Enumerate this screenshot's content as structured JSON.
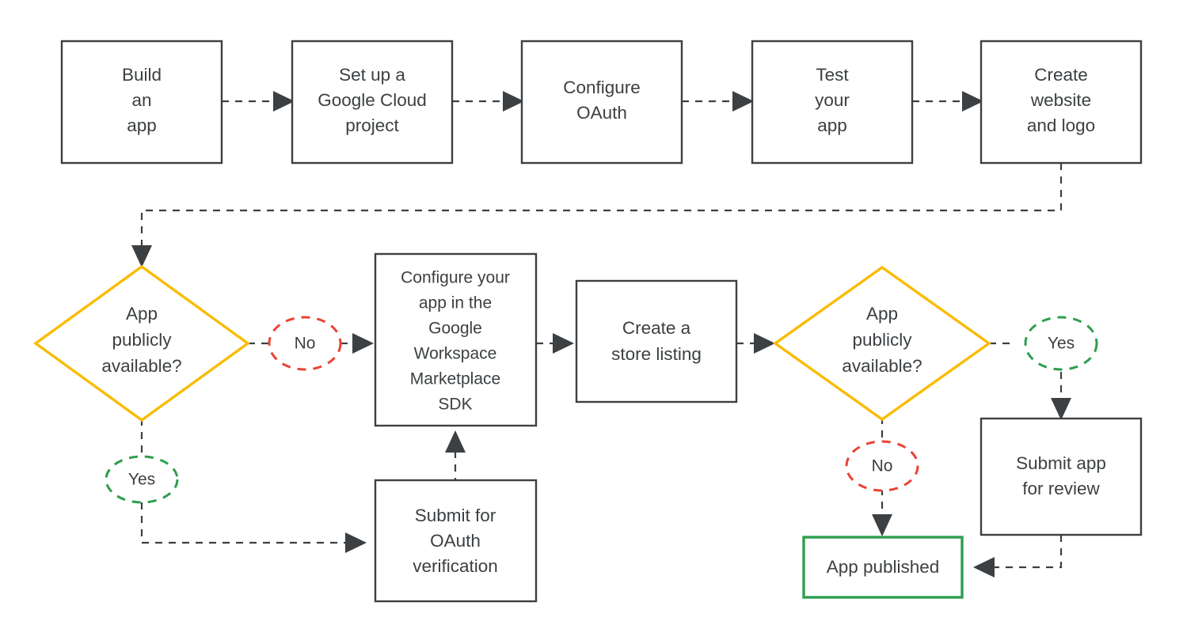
{
  "diagram": {
    "title": "Google Workspace Marketplace app publishing flow",
    "colors": {
      "node_stroke": "#3c4043",
      "text": "#3c4043",
      "decision_yellow": "#f9bc06",
      "yes_green": "#2e9e4f",
      "no_red": "#ea4335",
      "published_green": "#2e9e4f",
      "background": "#ffffff"
    },
    "nodes": {
      "build_an_app": {
        "type": "process",
        "lines": [
          "Build",
          "an",
          "app"
        ]
      },
      "set_up_google_cloud_project": {
        "type": "process",
        "lines": [
          "Set up a",
          "Google Cloud",
          "project"
        ]
      },
      "configure_oauth": {
        "type": "process",
        "lines": [
          "Configure",
          "OAuth"
        ]
      },
      "test_your_app": {
        "type": "process",
        "lines": [
          "Test",
          "your",
          "app"
        ]
      },
      "create_website_and_logo": {
        "type": "process",
        "lines": [
          "Create",
          "website",
          "and logo"
        ]
      },
      "app_publicly_available_1": {
        "type": "decision",
        "lines": [
          "App",
          "publicly",
          "available?"
        ]
      },
      "configure_app_in_sdk": {
        "type": "process",
        "lines": [
          "Configure your",
          "app in the",
          "Google",
          "Workspace",
          "Marketplace",
          "SDK"
        ]
      },
      "create_a_store_listing": {
        "type": "process",
        "lines": [
          "Create a",
          "store listing"
        ]
      },
      "app_publicly_available_2": {
        "type": "decision",
        "lines": [
          "App",
          "publicly",
          "available?"
        ]
      },
      "submit_for_oauth_verification": {
        "type": "process",
        "lines": [
          "Submit for",
          "OAuth",
          "verification"
        ]
      },
      "submit_app_for_review": {
        "type": "process",
        "lines": [
          "Submit app",
          "for review"
        ]
      },
      "app_published": {
        "type": "terminal",
        "lines": [
          "App published"
        ]
      }
    },
    "edge_labels": {
      "decision1_no": {
        "text": "No",
        "kind": "no"
      },
      "decision1_yes": {
        "text": "Yes",
        "kind": "yes"
      },
      "decision2_yes": {
        "text": "Yes",
        "kind": "yes"
      },
      "decision2_no": {
        "text": "No",
        "kind": "no"
      }
    }
  },
  "chart_data": {
    "type": "table",
    "title": "Google Workspace Marketplace app publishing flow",
    "nodes": [
      {
        "id": "build_an_app",
        "label": "Build an app",
        "shape": "rect"
      },
      {
        "id": "set_up_google_cloud_project",
        "label": "Set up a Google Cloud project",
        "shape": "rect"
      },
      {
        "id": "configure_oauth",
        "label": "Configure OAuth",
        "shape": "rect"
      },
      {
        "id": "test_your_app",
        "label": "Test your app",
        "shape": "rect"
      },
      {
        "id": "create_website_and_logo",
        "label": "Create website and logo",
        "shape": "rect"
      },
      {
        "id": "app_publicly_available_1",
        "label": "App publicly available?",
        "shape": "diamond"
      },
      {
        "id": "submit_for_oauth_verification",
        "label": "Submit for OAuth verification",
        "shape": "rect"
      },
      {
        "id": "configure_app_in_sdk",
        "label": "Configure your app in the Google Workspace Marketplace SDK",
        "shape": "rect"
      },
      {
        "id": "create_a_store_listing",
        "label": "Create a store listing",
        "shape": "rect"
      },
      {
        "id": "app_publicly_available_2",
        "label": "App publicly available?",
        "shape": "diamond"
      },
      {
        "id": "submit_app_for_review",
        "label": "Submit app for review",
        "shape": "rect"
      },
      {
        "id": "app_published",
        "label": "App published",
        "shape": "rect"
      }
    ],
    "edges": [
      {
        "from": "build_an_app",
        "to": "set_up_google_cloud_project",
        "label": ""
      },
      {
        "from": "set_up_google_cloud_project",
        "to": "configure_oauth",
        "label": ""
      },
      {
        "from": "configure_oauth",
        "to": "test_your_app",
        "label": ""
      },
      {
        "from": "test_your_app",
        "to": "create_website_and_logo",
        "label": ""
      },
      {
        "from": "create_website_and_logo",
        "to": "app_publicly_available_1",
        "label": ""
      },
      {
        "from": "app_publicly_available_1",
        "to": "configure_app_in_sdk",
        "label": "No"
      },
      {
        "from": "app_publicly_available_1",
        "to": "submit_for_oauth_verification",
        "label": "Yes"
      },
      {
        "from": "submit_for_oauth_verification",
        "to": "configure_app_in_sdk",
        "label": ""
      },
      {
        "from": "configure_app_in_sdk",
        "to": "create_a_store_listing",
        "label": ""
      },
      {
        "from": "create_a_store_listing",
        "to": "app_publicly_available_2",
        "label": ""
      },
      {
        "from": "app_publicly_available_2",
        "to": "submit_app_for_review",
        "label": "Yes"
      },
      {
        "from": "app_publicly_available_2",
        "to": "app_published",
        "label": "No"
      },
      {
        "from": "submit_app_for_review",
        "to": "app_published",
        "label": ""
      }
    ]
  }
}
